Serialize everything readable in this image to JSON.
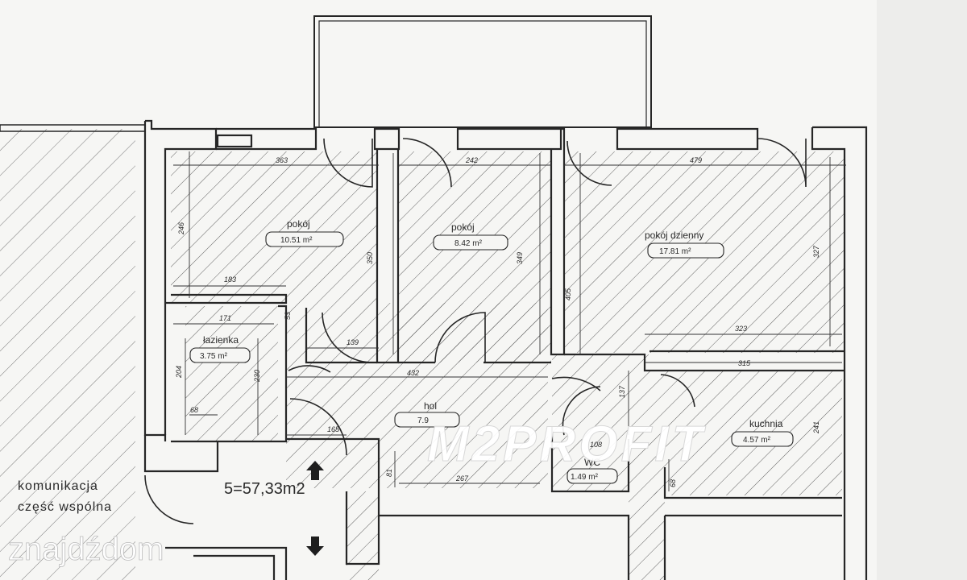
{
  "rooms": [
    {
      "name": "pokój",
      "area": "10.51 m²"
    },
    {
      "name": "pokój",
      "area": "8.42 m²"
    },
    {
      "name": "pokój dzienny",
      "area": "17.81 m²"
    },
    {
      "name": "łazienka",
      "area": "3.75 m²"
    },
    {
      "name": "hol",
      "area": "7.9"
    },
    {
      "name": "WC",
      "area": "1.49 m²"
    },
    {
      "name": "kuchnia",
      "area": "4.57 m²"
    }
  ],
  "total_area": "5=57,33m2",
  "common_area": {
    "line1": "komunikacja",
    "line2": "część wspólna"
  },
  "dimensions": {
    "d1": "363",
    "d2": "242",
    "d3": "479",
    "d4": "246",
    "d5": "183",
    "d6": "350",
    "d7": "349",
    "d8": "405",
    "d9": "327",
    "d10": "171",
    "d11": "53",
    "d12": "204",
    "d13": "139",
    "d14": "432",
    "d15": "230",
    "d16": "68",
    "d17": "165",
    "d18": "81",
    "d19": "267",
    "d20": "323",
    "d21": "315",
    "d22": "137",
    "d23": "108",
    "d24": "68",
    "d25": "241"
  },
  "watermarks": {
    "brand": "M2PROFIT",
    "site": "znajdźdom"
  },
  "colors": {
    "wall": "#262626",
    "hatch": "#505050",
    "paper": "#f6f6f4"
  }
}
